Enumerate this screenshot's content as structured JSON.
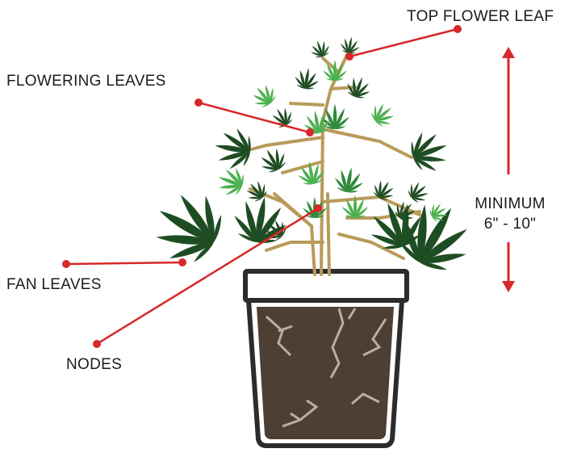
{
  "labels": {
    "top_flower_leaf": "TOP FLOWER LEAF",
    "flowering_leaves": "FLOWERING LEAVES",
    "fan_leaves": "FAN LEAVES",
    "nodes": "NODES",
    "minimum_line1": "MINIMUM",
    "minimum_line2": "6\" - 10\""
  },
  "colors": {
    "callout_red": "#d62828",
    "leaf_dark": "#1f4d23",
    "leaf_mid": "#2f8a3a",
    "leaf_light": "#4cb04f",
    "stem": "#b99a5a",
    "soil": "#4e3f35",
    "pot_outline": "#2c2c2c",
    "root": "#b7aea6"
  }
}
